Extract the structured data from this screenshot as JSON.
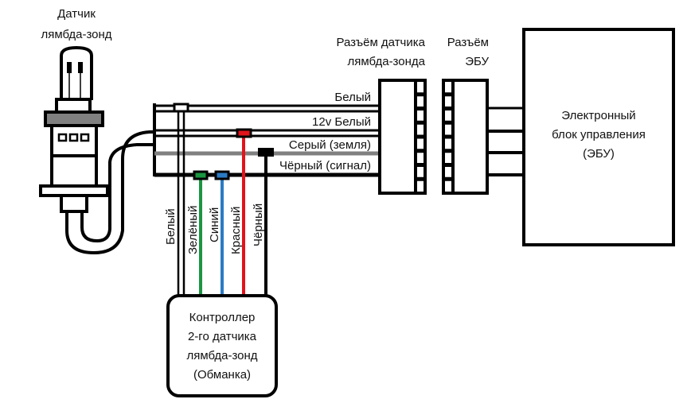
{
  "labels": {
    "sensor_title": [
      "Датчик",
      "лямбда-зонд"
    ],
    "sensor_connector_title": [
      "Разъём датчика",
      "лямбда-зонда"
    ],
    "ecu_connector_title": [
      "Разъём",
      "ЭБУ"
    ],
    "ecu_box": [
      "Электронный",
      "блок управления",
      "(ЭБУ)"
    ],
    "controller_box": [
      "Контроллер",
      "2-го датчика",
      "лямбда-зонд",
      "(Обманка)"
    ]
  },
  "harness_wires": [
    {
      "label": "Белый",
      "color": "#ffffff",
      "role": "white"
    },
    {
      "label": "12v Белый",
      "color": "#ffffff",
      "role": "white-12v"
    },
    {
      "label": "Серый (земля)",
      "color": "#808080",
      "role": "gray-ground"
    },
    {
      "label": "Чёрный (сигнал)",
      "color": "#000000",
      "role": "black-signal"
    }
  ],
  "controller_wires": [
    {
      "label": "Белый",
      "color": "#ffffff"
    },
    {
      "label": "Зелёный",
      "color": "#1a9641"
    },
    {
      "label": "Синий",
      "color": "#2b7bc4"
    },
    {
      "label": "Красный",
      "color": "#e3131b"
    },
    {
      "label": "Чёрный",
      "color": "#000000"
    }
  ],
  "colors": {
    "stroke": "#000000",
    "gray_band": "#808080",
    "green": "#1a9641",
    "blue": "#2b7bc4",
    "red": "#e3131b"
  }
}
